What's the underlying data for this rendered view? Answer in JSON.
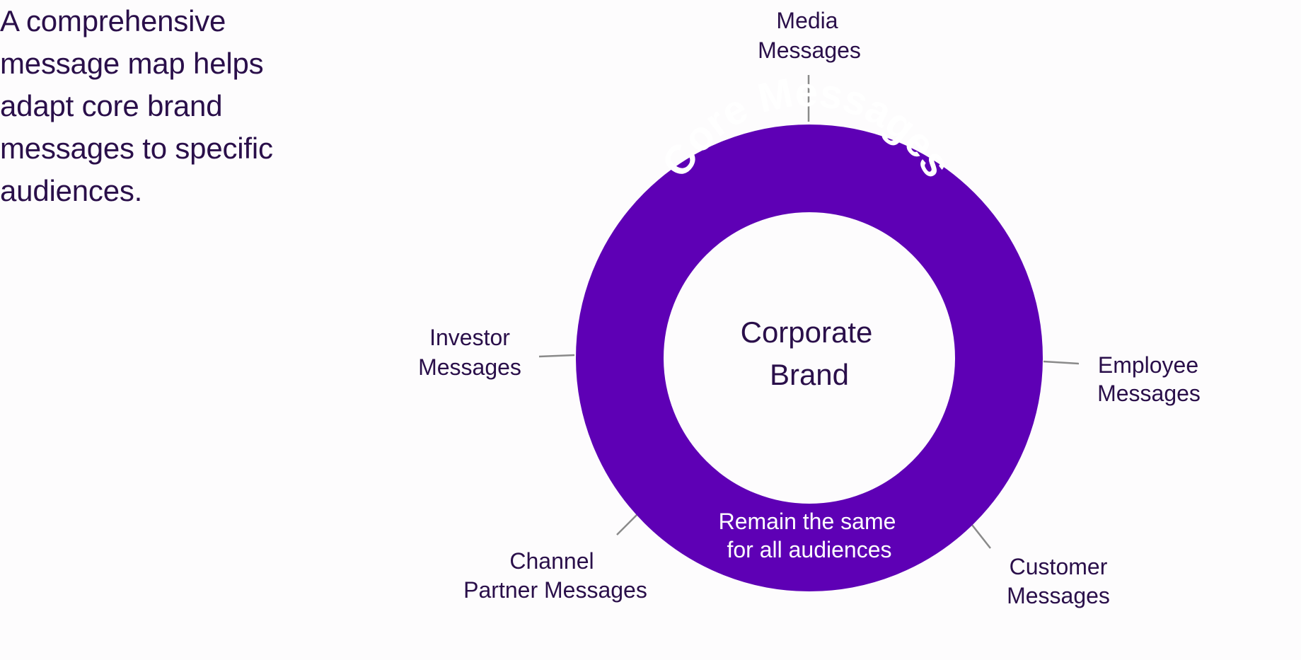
{
  "intro": {
    "text": "A comprehensive message map helps adapt core brand messages to specific audiences."
  },
  "colors": {
    "ring": "#5e00b5",
    "text": "#2a0f4a",
    "connector": "#8a8a8a",
    "background": "#fdfcfd"
  },
  "diagram": {
    "ring_title": "Core Messages",
    "center": {
      "line1": "Corporate",
      "line2": "Brand"
    },
    "ring_note": {
      "line1": "Remain the same",
      "line2": "for all audiences"
    },
    "audiences": {
      "media": {
        "line1": "Media",
        "line2": "Messages"
      },
      "employee": {
        "line1": "Employee",
        "line2": "Messages"
      },
      "customer": {
        "line1": "Customer",
        "line2": "Messages"
      },
      "channel": {
        "line1": "Channel",
        "line2": "Partner Messages"
      },
      "investor": {
        "line1": "Investor",
        "line2": "Messages"
      }
    }
  }
}
